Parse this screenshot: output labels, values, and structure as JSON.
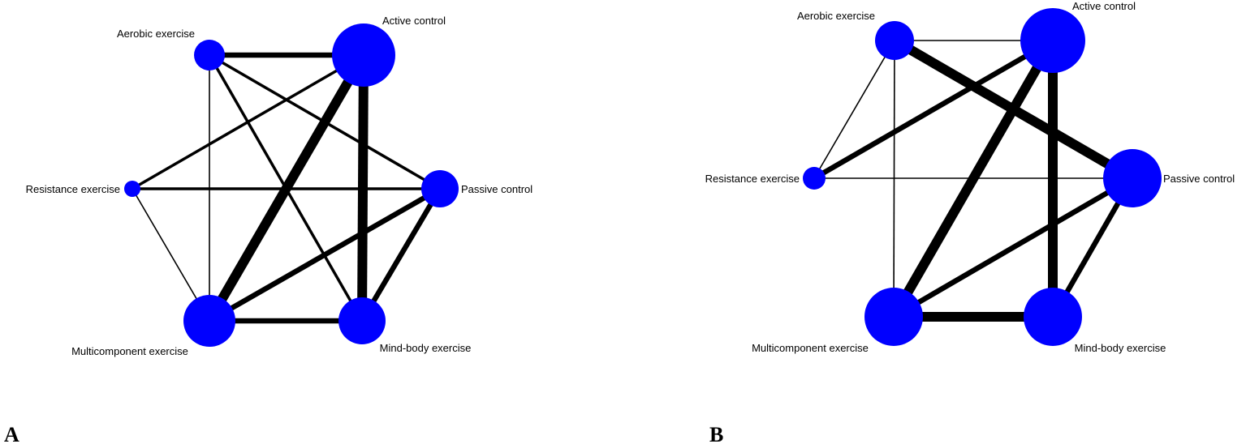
{
  "colors": {
    "node": "#0000ff",
    "edge": "#000000",
    "text": "#000000",
    "background": "#ffffff"
  },
  "panels": [
    {
      "letter": "A",
      "nodes": [
        {
          "id": "aerobic",
          "label": "Aerobic exercise"
        },
        {
          "id": "active",
          "label": "Active control"
        },
        {
          "id": "resistance",
          "label": "Resistance exercise"
        },
        {
          "id": "passive",
          "label": "Passive control"
        },
        {
          "id": "multi",
          "label": "Multicomponent exercise"
        },
        {
          "id": "mind",
          "label": "Mind-body exercise"
        }
      ],
      "edges": [
        {
          "from": "aerobic",
          "to": "active",
          "weight": "medium"
        },
        {
          "from": "aerobic",
          "to": "multi",
          "weight": "thin"
        },
        {
          "from": "aerobic",
          "to": "passive",
          "weight": "light"
        },
        {
          "from": "aerobic",
          "to": "mind",
          "weight": "light"
        },
        {
          "from": "active",
          "to": "resistance",
          "weight": "light"
        },
        {
          "from": "active",
          "to": "multi",
          "weight": "heavy"
        },
        {
          "from": "active",
          "to": "mind",
          "weight": "heavy"
        },
        {
          "from": "resistance",
          "to": "passive",
          "weight": "light"
        },
        {
          "from": "resistance",
          "to": "multi",
          "weight": "thin"
        },
        {
          "from": "passive",
          "to": "multi",
          "weight": "medium"
        },
        {
          "from": "passive",
          "to": "mind",
          "weight": "medium"
        },
        {
          "from": "multi",
          "to": "mind",
          "weight": "medium"
        }
      ]
    },
    {
      "letter": "B",
      "nodes": [
        {
          "id": "aerobic",
          "label": "Aerobic exercise"
        },
        {
          "id": "active",
          "label": "Active control"
        },
        {
          "id": "resistance",
          "label": "Resistance exercise"
        },
        {
          "id": "passive",
          "label": "Passive control"
        },
        {
          "id": "multi",
          "label": "Multicomponent exercise"
        },
        {
          "id": "mind",
          "label": "Mind-body exercise"
        }
      ],
      "edges": [
        {
          "from": "aerobic",
          "to": "active",
          "weight": "thin"
        },
        {
          "from": "aerobic",
          "to": "passive",
          "weight": "heavy"
        },
        {
          "from": "aerobic",
          "to": "resistance",
          "weight": "thin"
        },
        {
          "from": "aerobic",
          "to": "multi",
          "weight": "thin"
        },
        {
          "from": "active",
          "to": "resistance",
          "weight": "medium"
        },
        {
          "from": "active",
          "to": "multi",
          "weight": "heavy"
        },
        {
          "from": "active",
          "to": "mind",
          "weight": "heavy"
        },
        {
          "from": "resistance",
          "to": "passive",
          "weight": "thin"
        },
        {
          "from": "passive",
          "to": "multi",
          "weight": "medium"
        },
        {
          "from": "passive",
          "to": "mind",
          "weight": "medium"
        },
        {
          "from": "multi",
          "to": "mind",
          "weight": "heavy"
        }
      ]
    }
  ]
}
